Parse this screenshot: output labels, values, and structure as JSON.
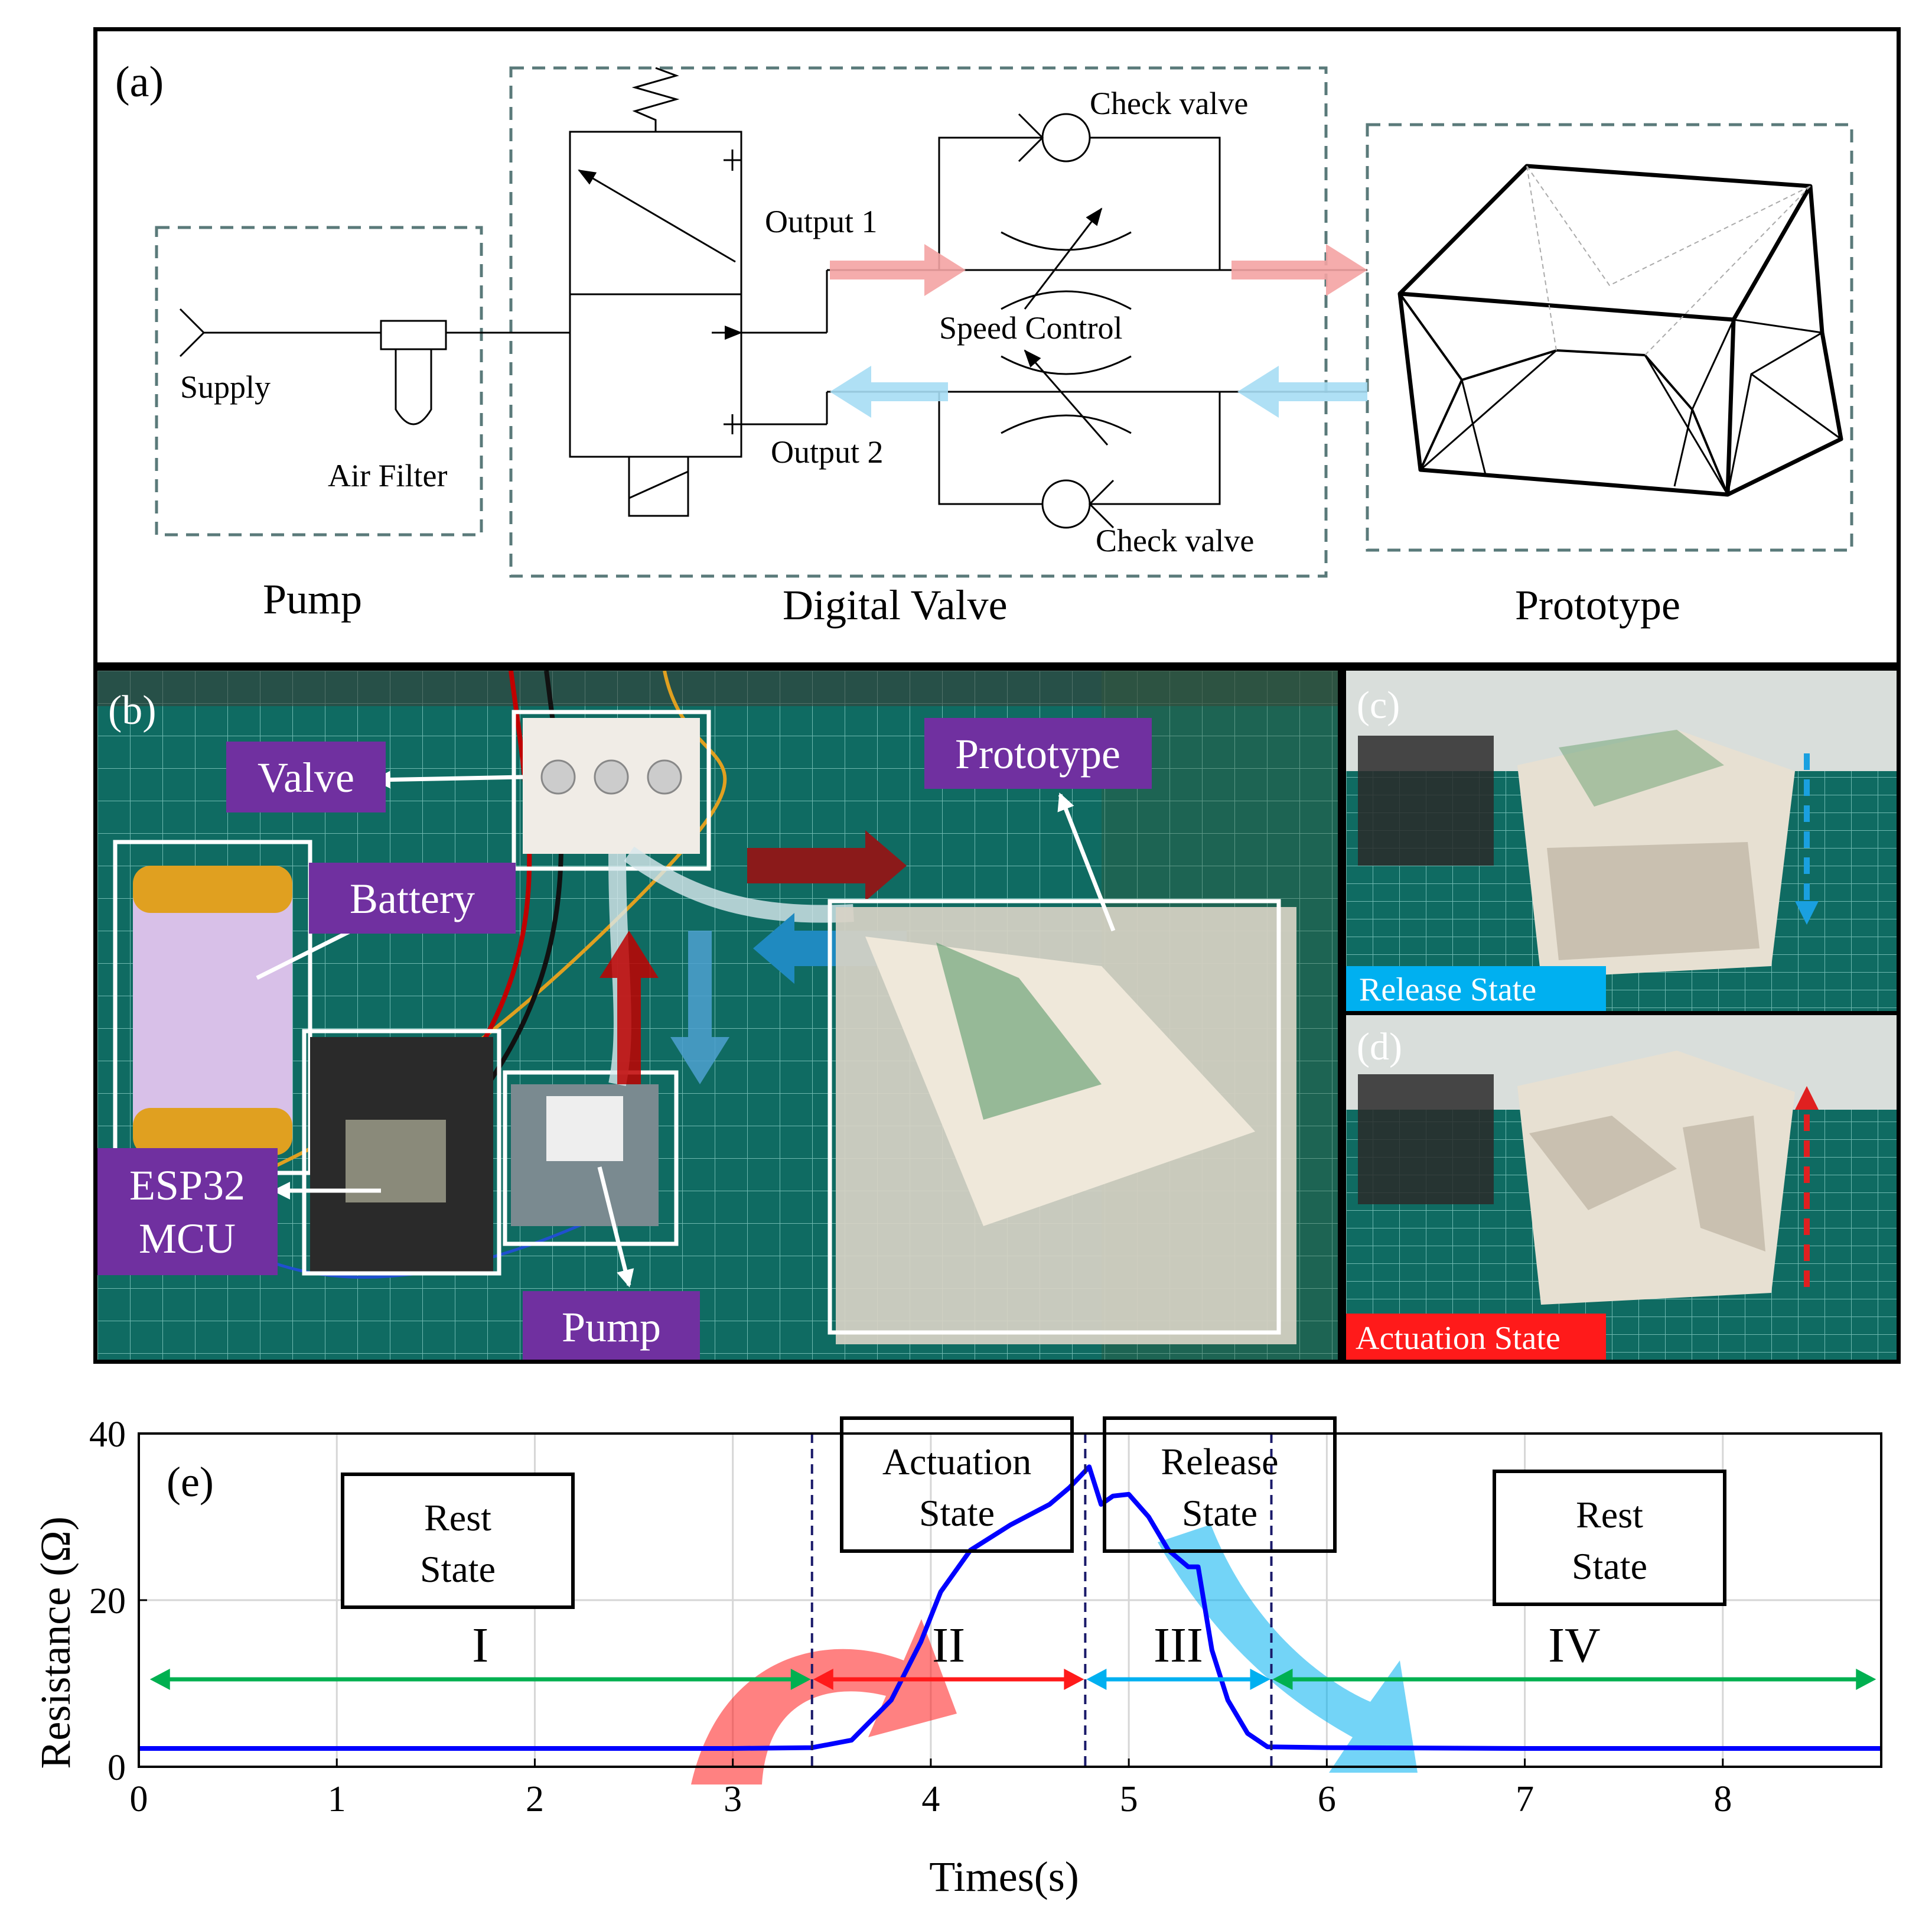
{
  "panel_a": {
    "letter": "(a)",
    "pump_title": "Pump",
    "valve_title": "Digital Valve",
    "prototype_title": "Prototype",
    "supply": "Supply",
    "air_filter": "Air Filter",
    "output1": "Output 1",
    "output2": "Output 2",
    "check_valve_top": "Check valve",
    "check_valve_bottom": "Check valve",
    "speed_control": "Speed Control"
  },
  "panel_b": {
    "letter": "(b)",
    "valve": "Valve",
    "prototype": "Prototype",
    "battery": "Battery",
    "mcu_line1": "ESP32",
    "mcu_line2": "MCU",
    "pump": "Pump"
  },
  "panel_c": {
    "letter": "(c)",
    "state": "Release State"
  },
  "panel_d": {
    "letter": "(d)",
    "state": "Actuation State"
  },
  "colors": {
    "actuation": "#ff1a1a",
    "release": "#00b0f0",
    "label_bg": "#7030a0",
    "curve": "#0000ff",
    "phase_green": "#00b050",
    "mat_green": "#0f6b62"
  },
  "chart_data": {
    "type": "line",
    "panel_letter": "(e)",
    "xlabel": "Times(s)",
    "ylabel": "Resistance (Ω)",
    "xlim": [
      0,
      8.8
    ],
    "ylim": [
      0,
      40
    ],
    "xticks": [
      "0",
      "1",
      "2",
      "3",
      "4",
      "5",
      "6",
      "7",
      "8"
    ],
    "yticks": [
      "0",
      "20",
      "40"
    ],
    "grid": true,
    "series": [
      {
        "x": [
          0,
          1,
          2,
          3,
          3.4,
          3.6,
          3.8,
          3.95,
          4.05,
          4.2,
          4.4,
          4.6,
          4.7,
          4.8,
          4.86,
          4.92,
          5.0,
          5.1,
          5.2,
          5.3,
          5.35,
          5.42,
          5.5,
          5.6,
          5.7,
          6,
          7,
          8,
          8.8
        ],
        "values": [
          2.2,
          2.2,
          2.2,
          2.2,
          2.3,
          3.2,
          8,
          15,
          21,
          26,
          29,
          31.5,
          33.5,
          36,
          31.5,
          32.5,
          32.7,
          30,
          26,
          24,
          24,
          14,
          8,
          4,
          2.4,
          2.3,
          2.2,
          2.2,
          2.2
        ]
      }
    ],
    "phase_boundaries": [
      3.4,
      4.78,
      5.72
    ],
    "phases": [
      "I",
      "II",
      "III",
      "IV"
    ],
    "state_boxes": {
      "rest1_line1": "Rest",
      "rest1_line2": "State",
      "act_line1": "Actuation",
      "act_line2": "State",
      "rel_line1": "Release",
      "rel_line2": "State",
      "rest2_line1": "Rest",
      "rest2_line2": "State"
    }
  }
}
